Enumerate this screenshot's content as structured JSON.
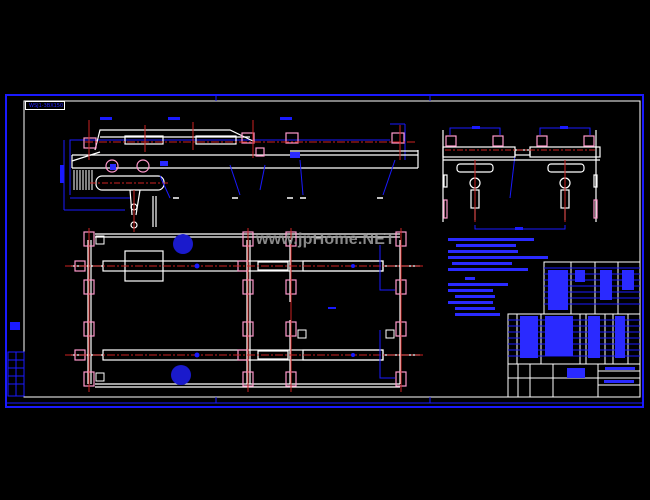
{
  "drawing": {
    "type": "CAD engineering drawing",
    "subject": "double-girder crane trolley / hoist assembly",
    "background": "#000000",
    "colors": {
      "frame": "#1a1aff",
      "geometry": "#ffffff",
      "centerline": "#cc2222",
      "annotation": "#2a2aff",
      "watermark": "#9a9a9a",
      "accent_pink": "#ff99cc"
    },
    "views": [
      {
        "name": "front-elevation",
        "label": "front view of trolley with hoist"
      },
      {
        "name": "side-elevation",
        "label": "side view with two hoists"
      },
      {
        "name": "plan-view",
        "label": "top plan view of trolley frame"
      }
    ],
    "label_box_text": "WSJ1-3BX150",
    "watermark": "www.jpHome.NET",
    "title_block": {
      "rows_visible": 9,
      "note": "illegible pixelated text"
    },
    "notes": {
      "note": "technical requirements block, illegible"
    }
  }
}
